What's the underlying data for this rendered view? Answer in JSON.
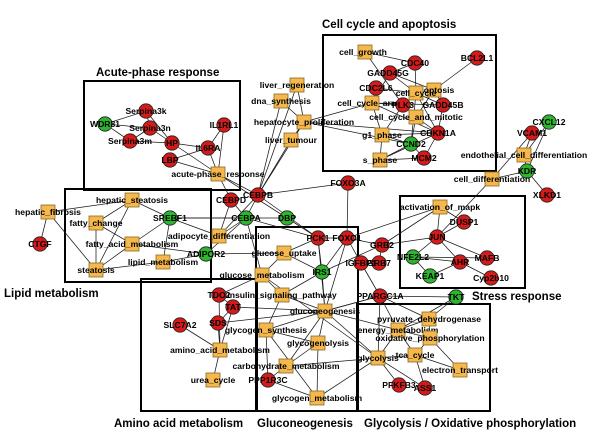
{
  "colors": {
    "up": "#d61a1a",
    "down": "#2db52d",
    "term": "#f5b84e",
    "edge": "#1a1a1a",
    "box": "#000000"
  },
  "modules": [
    {
      "id": "cell-cycle-apoptosis",
      "label": "Cell cycle and apoptosis"
    },
    {
      "id": "acute-phase-response",
      "label": "Acute-phase response"
    },
    {
      "id": "lipid-metabolism",
      "label": "Lipid metabolism"
    },
    {
      "id": "stress-response",
      "label": "Stress response"
    },
    {
      "id": "amino-acid-metabolism",
      "label": "Amino acid metabolism"
    },
    {
      "id": "gluconeogenesis",
      "label": "Gluconeogenesis"
    },
    {
      "id": "glycolysis-oxphos",
      "label": "Glycolysis / Oxidative phosphorylation"
    }
  ],
  "nodes": [
    {
      "id": "cell_growth",
      "label": "cell_growth",
      "kind": "term"
    },
    {
      "id": "cdc40",
      "label": "CDC40",
      "kind": "up"
    },
    {
      "id": "bcl2l1",
      "label": "BCL2L1",
      "kind": "up"
    },
    {
      "id": "gadd45g",
      "label": "GADD45G",
      "kind": "up"
    },
    {
      "id": "apoptosis",
      "label": "apoptosis",
      "kind": "term"
    },
    {
      "id": "cdc2l6",
      "label": "CDC2L6",
      "kind": "up"
    },
    {
      "id": "cell_cycle",
      "label": "cell_cycle",
      "kind": "term"
    },
    {
      "id": "gadd45b",
      "label": "GADD45B",
      "kind": "up"
    },
    {
      "id": "cell_cycle_arrest",
      "label": "cell_cycle_arrest",
      "kind": "term"
    },
    {
      "id": "plk3",
      "label": "PLK3",
      "kind": "up"
    },
    {
      "id": "cell_cycle_mitotic",
      "label": "cell_cycle_and_mitotic",
      "kind": "term"
    },
    {
      "id": "cdkn1a",
      "label": "CDKN1A",
      "kind": "up"
    },
    {
      "id": "g1_phase",
      "label": "g1_phase",
      "kind": "term"
    },
    {
      "id": "ccnd2",
      "label": "CCND2",
      "kind": "down"
    },
    {
      "id": "s_phase",
      "label": "s_phase",
      "kind": "term"
    },
    {
      "id": "mcm2",
      "label": "MCM2",
      "kind": "up"
    },
    {
      "id": "serpina3k",
      "label": "Serpina3k",
      "kind": "up"
    },
    {
      "id": "wdr81",
      "label": "WDR81",
      "kind": "down"
    },
    {
      "id": "serpina3n",
      "label": "Serpina3n",
      "kind": "up"
    },
    {
      "id": "serpina3m",
      "label": "Serpina3m",
      "kind": "up"
    },
    {
      "id": "hp",
      "label": "HP",
      "kind": "up"
    },
    {
      "id": "il1rl1",
      "label": "IL1RL1",
      "kind": "up"
    },
    {
      "id": "il6ra",
      "label": "IL6RA",
      "kind": "up"
    },
    {
      "id": "lbp",
      "label": "LBP",
      "kind": "up"
    },
    {
      "id": "acute_phase_response",
      "label": "acute-phase_response",
      "kind": "term"
    },
    {
      "id": "liver_regeneration",
      "label": "liver_regeneration",
      "kind": "term"
    },
    {
      "id": "dna_synthesis",
      "label": "dna_synthesis",
      "kind": "term"
    },
    {
      "id": "hepatocyte_proliferation",
      "label": "hepatocyte_proliferation",
      "kind": "term"
    },
    {
      "id": "liver_tumour",
      "label": "liver_tumour",
      "kind": "term"
    },
    {
      "id": "cxcl12",
      "label": "CXCL12",
      "kind": "down"
    },
    {
      "id": "vcam1",
      "label": "VCAM1",
      "kind": "up"
    },
    {
      "id": "endothelial_diff",
      "label": "endothelial_cell_differentiation",
      "kind": "term"
    },
    {
      "id": "kdr",
      "label": "KDR",
      "kind": "down"
    },
    {
      "id": "cell_differentiation",
      "label": "cell_differentiation",
      "kind": "term"
    },
    {
      "id": "xlkd1",
      "label": "XLKD1",
      "kind": "up"
    },
    {
      "id": "hepatic_fibrosis",
      "label": "hepatic_fibrosis",
      "kind": "term"
    },
    {
      "id": "ctgf",
      "label": "CTGF",
      "kind": "up"
    },
    {
      "id": "hepatic_steatosis",
      "label": "hepatic_steatosis",
      "kind": "term"
    },
    {
      "id": "fatty_change",
      "label": "fatty_change",
      "kind": "term"
    },
    {
      "id": "srebf1",
      "label": "SREBF1",
      "kind": "down"
    },
    {
      "id": "fatty_acid_metabolism",
      "label": "fatty_acid_metabolism",
      "kind": "term"
    },
    {
      "id": "adipocyte_diff",
      "label": "adipocyte_differentiation",
      "kind": "term"
    },
    {
      "id": "adipor2",
      "label": "ADIPOR2",
      "kind": "down"
    },
    {
      "id": "steatosis",
      "label": "steatosis",
      "kind": "term"
    },
    {
      "id": "lipid_metabolism",
      "label": "lipid_metabolism",
      "kind": "term"
    },
    {
      "id": "cebpb",
      "label": "CEBPB",
      "kind": "up"
    },
    {
      "id": "cebpd",
      "label": "CEBPD",
      "kind": "up"
    },
    {
      "id": "cebpa",
      "label": "CEBPA",
      "kind": "down"
    },
    {
      "id": "dbp",
      "label": "DBP",
      "kind": "down"
    },
    {
      "id": "foxo3a",
      "label": "FOXO3A",
      "kind": "up"
    },
    {
      "id": "pck1",
      "label": "PCK1",
      "kind": "up"
    },
    {
      "id": "foxo1",
      "label": "FOXO1",
      "kind": "up"
    },
    {
      "id": "glucose_uptake",
      "label": "glucose_uptake",
      "kind": "term"
    },
    {
      "id": "glucose_metabolism",
      "label": "glucose_metabolism",
      "kind": "term"
    },
    {
      "id": "irs1",
      "label": "IRS1",
      "kind": "down"
    },
    {
      "id": "insulin_signaling",
      "label": "insulin_signaling_pathway",
      "kind": "term"
    },
    {
      "id": "gluconeogenesis",
      "label": "gluconeogenesis",
      "kind": "term"
    },
    {
      "id": "glycogen_synthesis",
      "label": "glycogen_synthesis",
      "kind": "term"
    },
    {
      "id": "glycogenolysis",
      "label": "glycogenolysis",
      "kind": "term"
    },
    {
      "id": "carbohydrate_metabolism",
      "label": "carbohydrate_metabolism",
      "kind": "term"
    },
    {
      "id": "ppp1r3c",
      "label": "PPP1R3C",
      "kind": "up"
    },
    {
      "id": "glycogen_metabolism",
      "label": "glycogen_metabolism",
      "kind": "term"
    },
    {
      "id": "activation_of_mapk",
      "label": "activation_of_mapk",
      "kind": "term"
    },
    {
      "id": "dusp1",
      "label": "DUSP1",
      "kind": "up"
    },
    {
      "id": "jun",
      "label": "JUN",
      "kind": "up"
    },
    {
      "id": "mafb",
      "label": "MAFB",
      "kind": "up"
    },
    {
      "id": "nfe2l2",
      "label": "NFE2L2",
      "kind": "down"
    },
    {
      "id": "ahr",
      "label": "AHR",
      "kind": "up"
    },
    {
      "id": "keap1",
      "label": "KEAP1",
      "kind": "down"
    },
    {
      "id": "cyp2b10",
      "label": "Cyp2b10",
      "kind": "up"
    },
    {
      "id": "grb2",
      "label": "GRB2",
      "kind": "up"
    },
    {
      "id": "grb7",
      "label": "GRB7",
      "kind": "up"
    },
    {
      "id": "igfbp1",
      "label": "IGFBP1",
      "kind": "up"
    },
    {
      "id": "ppargc1a",
      "label": "PPARGC1A",
      "kind": "up"
    },
    {
      "id": "tkt",
      "label": "TKT",
      "kind": "down"
    },
    {
      "id": "tdo2",
      "label": "TDO2",
      "kind": "up"
    },
    {
      "id": "tat",
      "label": "TAT",
      "kind": "up"
    },
    {
      "id": "sds",
      "label": "SDS",
      "kind": "up"
    },
    {
      "id": "slc7a2",
      "label": "SLC7A2",
      "kind": "up"
    },
    {
      "id": "amino_acid_metabolism",
      "label": "amino_acid_metabolism",
      "kind": "term"
    },
    {
      "id": "urea_cycle",
      "label": "urea_cycle",
      "kind": "term"
    },
    {
      "id": "pyruvate_dh",
      "label": "pyruvate_dehydrogenase",
      "kind": "term"
    },
    {
      "id": "energy_metabolism",
      "label": "energy_metabolism",
      "kind": "term"
    },
    {
      "id": "oxidative_phos",
      "label": "oxidative_phosphorylation",
      "kind": "term"
    },
    {
      "id": "glycolysis",
      "label": "glycolysis",
      "kind": "term"
    },
    {
      "id": "tca_cycle",
      "label": "tca_cycle",
      "kind": "term"
    },
    {
      "id": "electron_transport",
      "label": "electron_transport",
      "kind": "term"
    },
    {
      "id": "pfkfb3",
      "label": "PFKFB3",
      "kind": "up"
    },
    {
      "id": "ass1",
      "label": "ASS1",
      "kind": "up"
    }
  ],
  "edges": [
    [
      "cell_growth",
      "cdc40"
    ],
    [
      "cell_growth",
      "plk3"
    ],
    [
      "cdc40",
      "cell_cycle"
    ],
    [
      "cdc40",
      "gadd45g"
    ],
    [
      "bcl2l1",
      "apoptosis"
    ],
    [
      "apoptosis",
      "gadd45b"
    ],
    [
      "apoptosis",
      "gadd45g"
    ],
    [
      "apoptosis",
      "cell_cycle_mitotic"
    ],
    [
      "gadd45g",
      "cell_cycle_arrest"
    ],
    [
      "gadd45g",
      "cell_cycle"
    ],
    [
      "cdc2l6",
      "cell_cycle"
    ],
    [
      "cdc2l6",
      "cell_cycle_arrest"
    ],
    [
      "cell_cycle",
      "plk3"
    ],
    [
      "cell_cycle",
      "ccnd2"
    ],
    [
      "cell_cycle",
      "cdkn1a"
    ],
    [
      "cell_cycle",
      "gadd45b"
    ],
    [
      "gadd45b",
      "cell_cycle_arrest"
    ],
    [
      "gadd45b",
      "cdkn1a"
    ],
    [
      "cell_cycle_arrest",
      "cdkn1a"
    ],
    [
      "cell_cycle_arrest",
      "plk3"
    ],
    [
      "cell_cycle_arrest",
      "g1_phase"
    ],
    [
      "plk3",
      "g1_phase"
    ],
    [
      "plk3",
      "cell_cycle_mitotic"
    ],
    [
      "cell_cycle_mitotic",
      "cdkn1a"
    ],
    [
      "cell_cycle_mitotic",
      "ccnd2"
    ],
    [
      "g1_phase",
      "ccnd2"
    ],
    [
      "g1_phase",
      "cdkn1a"
    ],
    [
      "g1_phase",
      "s_phase"
    ],
    [
      "ccnd2",
      "s_phase"
    ],
    [
      "ccnd2",
      "mcm2"
    ],
    [
      "cdkn1a",
      "mcm2"
    ],
    [
      "cdkn1a",
      "s_phase"
    ],
    [
      "s_phase",
      "mcm2"
    ],
    [
      "cell_cycle_arrest",
      "hepatocyte_proliferation"
    ],
    [
      "cdkn1a",
      "hepatocyte_proliferation"
    ],
    [
      "ccnd2",
      "hepatocyte_proliferation"
    ],
    [
      "hepatocyte_proliferation",
      "dna_synthesis"
    ],
    [
      "hepatocyte_proliferation",
      "liver_tumour"
    ],
    [
      "liver_regeneration",
      "hepatocyte_proliferation"
    ],
    [
      "liver_regeneration",
      "cebpb"
    ],
    [
      "dna_synthesis",
      "cebpb"
    ],
    [
      "liver_tumour",
      "cebpb"
    ],
    [
      "hepatocyte_proliferation",
      "cebpb"
    ],
    [
      "serpina3k",
      "serpina3n"
    ],
    [
      "wdr81",
      "serpina3k"
    ],
    [
      "wdr81",
      "serpina3n"
    ],
    [
      "wdr81",
      "serpina3m"
    ],
    [
      "serpina3n",
      "serpina3m"
    ],
    [
      "serpina3n",
      "hp"
    ],
    [
      "serpina3m",
      "hp"
    ],
    [
      "serpina3k",
      "hp"
    ],
    [
      "hp",
      "il6ra"
    ],
    [
      "il1rl1",
      "il6ra"
    ],
    [
      "il6ra",
      "lbp"
    ],
    [
      "lbp",
      "acute_phase_response"
    ],
    [
      "il6ra",
      "acute_phase_response"
    ],
    [
      "hp",
      "acute_phase_response"
    ],
    [
      "il1rl1",
      "acute_phase_response"
    ],
    [
      "acute_phase_response",
      "cebpb"
    ],
    [
      "acute_phase_response",
      "cebpd"
    ],
    [
      "acute_phase_response",
      "dbp"
    ],
    [
      "vcam1",
      "endothelial_diff"
    ],
    [
      "cxcl12",
      "endothelial_diff"
    ],
    [
      "kdr",
      "endothelial_diff"
    ],
    [
      "kdr",
      "xlkd1"
    ],
    [
      "kdr",
      "cell_differentiation"
    ],
    [
      "cell_differentiation",
      "vcam1"
    ],
    [
      "cell_differentiation",
      "jun"
    ],
    [
      "cxcl12",
      "kdr"
    ],
    [
      "hepatic_fibrosis",
      "ctgf"
    ],
    [
      "hepatic_fibrosis",
      "steatosis"
    ],
    [
      "hepatic_fibrosis",
      "hepatic_steatosis"
    ],
    [
      "hepatic_steatosis",
      "fatty_change"
    ],
    [
      "hepatic_steatosis",
      "srebf1"
    ],
    [
      "hepatic_steatosis",
      "steatosis"
    ],
    [
      "fatty_change",
      "steatosis"
    ],
    [
      "fatty_change",
      "fatty_acid_metabolism"
    ],
    [
      "srebf1",
      "fatty_acid_metabolism"
    ],
    [
      "srebf1",
      "adipocyte_diff"
    ],
    [
      "srebf1",
      "lipid_metabolism"
    ],
    [
      "srebf1",
      "cebpa"
    ],
    [
      "fatty_acid_metabolism",
      "adipor2"
    ],
    [
      "fatty_acid_metabolism",
      "steatosis"
    ],
    [
      "adipocyte_diff",
      "cebpa"
    ],
    [
      "adipocyte_diff",
      "cebpb"
    ],
    [
      "adipocyte_diff",
      "cebpd"
    ],
    [
      "adipor2",
      "lipid_metabolism"
    ],
    [
      "adipor2",
      "glucose_uptake"
    ],
    [
      "lipid_metabolism",
      "steatosis"
    ],
    [
      "cebpb",
      "cebpa"
    ],
    [
      "cebpd",
      "cebpa"
    ],
    [
      "cebpa",
      "dbp"
    ],
    [
      "cebpa",
      "pck1"
    ],
    [
      "cebpa",
      "glucose_metabolism"
    ],
    [
      "cebpb",
      "pck1"
    ],
    [
      "dbp",
      "pck1"
    ],
    [
      "cebpa",
      "adipor2"
    ],
    [
      "cebpa",
      "srebf1"
    ],
    [
      "foxo3a",
      "foxo1"
    ],
    [
      "foxo3a",
      "cebpb"
    ],
    [
      "foxo1",
      "pck1"
    ],
    [
      "foxo1",
      "irs1"
    ],
    [
      "foxo1",
      "gluconeogenesis"
    ],
    [
      "foxo1",
      "igfbp1"
    ],
    [
      "foxo1",
      "grb2"
    ],
    [
      "pck1",
      "glucose_uptake"
    ],
    [
      "pck1",
      "gluconeogenesis"
    ],
    [
      "pck1",
      "irs1"
    ],
    [
      "glucose_uptake",
      "glucose_metabolism"
    ],
    [
      "glucose_uptake",
      "irs1"
    ],
    [
      "glucose_metabolism",
      "insulin_signaling"
    ],
    [
      "irs1",
      "insulin_signaling"
    ],
    [
      "irs1",
      "grb2"
    ],
    [
      "irs1",
      "gluconeogenesis"
    ],
    [
      "insulin_signaling",
      "gluconeogenesis"
    ],
    [
      "insulin_signaling",
      "glycogen_synthesis"
    ],
    [
      "gluconeogenesis",
      "glycogen_synthesis"
    ],
    [
      "gluconeogenesis",
      "glycogenolysis"
    ],
    [
      "gluconeogenesis",
      "carbohydrate_metabolism"
    ],
    [
      "gluconeogenesis",
      "ppargc1a"
    ],
    [
      "gluconeogenesis",
      "energy_metabolism"
    ],
    [
      "glycogen_synthesis",
      "glycogenolysis"
    ],
    [
      "glycogen_synthesis",
      "ppp1r3c"
    ],
    [
      "glycogen_synthesis",
      "glycogen_metabolism"
    ],
    [
      "glycogenolysis",
      "carbohydrate_metabolism"
    ],
    [
      "glycogenolysis",
      "glycogen_metabolism"
    ],
    [
      "carbohydrate_metabolism",
      "ppp1r3c"
    ],
    [
      "ppp1r3c",
      "glycogen_metabolism"
    ],
    [
      "carbohydrate_metabolism",
      "glycolysis"
    ],
    [
      "glycogen_metabolism",
      "glycolysis"
    ],
    [
      "activation_of_mapk",
      "dusp1"
    ],
    [
      "activation_of_mapk",
      "jun"
    ],
    [
      "activation_of_mapk",
      "grb2"
    ],
    [
      "activation_of_mapk",
      "foxo1"
    ],
    [
      "dusp1",
      "jun"
    ],
    [
      "jun",
      "mafb"
    ],
    [
      "jun",
      "nfe2l2"
    ],
    [
      "jun",
      "ahr"
    ],
    [
      "nfe2l2",
      "keap1"
    ],
    [
      "nfe2l2",
      "ahr"
    ],
    [
      "ahr",
      "cyp2b10"
    ],
    [
      "nfe2l2",
      "mafb"
    ],
    [
      "keap1",
      "ahr"
    ],
    [
      "grb2",
      "grb7"
    ],
    [
      "grb2",
      "jun"
    ],
    [
      "grb7",
      "igfbp1"
    ],
    [
      "igfbp1",
      "ppargc1a"
    ],
    [
      "ppargc1a",
      "tkt"
    ],
    [
      "ppargc1a",
      "pyruvate_dh"
    ],
    [
      "ppargc1a",
      "energy_metabolism"
    ],
    [
      "ppargc1a",
      "glycolysis"
    ],
    [
      "ppargc1a",
      "gluconeogenesis"
    ],
    [
      "ppargc1a",
      "igfbp1"
    ],
    [
      "tdo2",
      "tat"
    ],
    [
      "tat",
      "sds"
    ],
    [
      "tdo2",
      "amino_acid_metabolism"
    ],
    [
      "tat",
      "amino_acid_metabolism"
    ],
    [
      "sds",
      "amino_acid_metabolism"
    ],
    [
      "slc7a2",
      "amino_acid_metabolism"
    ],
    [
      "amino_acid_metabolism",
      "urea_cycle"
    ],
    [
      "tat",
      "gluconeogenesis"
    ],
    [
      "sds",
      "gluconeogenesis"
    ],
    [
      "tdo2",
      "glucose_metabolism"
    ],
    [
      "pyruvate_dh",
      "energy_metabolism"
    ],
    [
      "pyruvate_dh",
      "oxidative_phos"
    ],
    [
      "energy_metabolism",
      "tca_cycle"
    ],
    [
      "energy_metabolism",
      "glycolysis"
    ],
    [
      "energy_metabolism",
      "oxidative_phos"
    ],
    [
      "tca_cycle",
      "oxidative_phos"
    ],
    [
      "tca_cycle",
      "electron_transport"
    ],
    [
      "oxidative_phos",
      "electron_transport"
    ],
    [
      "glycolysis",
      "tca_cycle"
    ],
    [
      "glycolysis",
      "pfkfb3"
    ],
    [
      "glycolysis",
      "ass1"
    ],
    [
      "tca_cycle",
      "ass1"
    ],
    [
      "tkt",
      "energy_metabolism"
    ],
    [
      "tkt",
      "pyruvate_dh"
    ],
    [
      "glycolysis",
      "gluconeogenesis"
    ],
    [
      "glucose_metabolism",
      "glycolysis"
    ]
  ]
}
